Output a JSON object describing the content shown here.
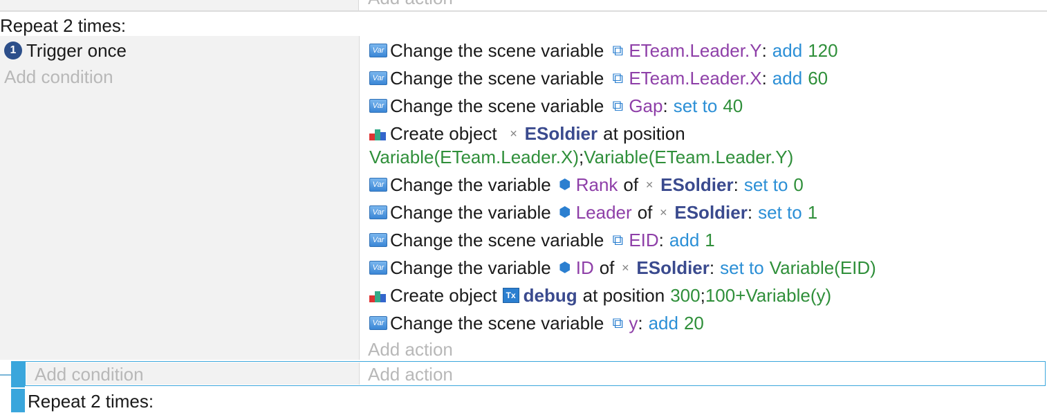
{
  "top": {
    "add_action": "Add action"
  },
  "block": {
    "repeat_label": "Repeat 2 times:",
    "condition": {
      "badge": "1",
      "label": "Trigger once"
    },
    "add_condition": "Add condition",
    "actions": [
      {
        "kind": "scene",
        "prefix": "Change the scene variable",
        "var": "ETeam.Leader.Y",
        "sep": ":",
        "op": "add",
        "val": "120"
      },
      {
        "kind": "scene",
        "prefix": "Change the scene variable",
        "var": "ETeam.Leader.X",
        "sep": ":",
        "op": "add",
        "val": "60"
      },
      {
        "kind": "scene",
        "prefix": "Change the scene variable",
        "var": "Gap",
        "sep": ":",
        "op": "set to",
        "val": "40"
      },
      {
        "kind": "create",
        "prefix": "Create object",
        "obj": "ESoldier",
        "mid": "at position",
        "pos_a": "Variable(ETeam.Leader.X)",
        "pos_sep": ";",
        "pos_b": "Variable(ETeam.Leader.Y)"
      },
      {
        "kind": "object",
        "prefix": "Change the variable",
        "var": "Rank",
        "of": "of",
        "obj": "ESoldier",
        "sep": ":",
        "op": "set to",
        "val": "0"
      },
      {
        "kind": "object",
        "prefix": "Change the variable",
        "var": "Leader",
        "of": "of",
        "obj": "ESoldier",
        "sep": ":",
        "op": "set to",
        "val": "1"
      },
      {
        "kind": "scene",
        "prefix": "Change the scene variable",
        "var": "EID",
        "sep": ":",
        "op": "add",
        "val": "1"
      },
      {
        "kind": "object",
        "prefix": "Change the variable",
        "var": "ID",
        "of": "of",
        "obj": "ESoldier",
        "sep": ":",
        "op": "set to",
        "val": "Variable(EID)"
      },
      {
        "kind": "create2",
        "prefix": "Create object",
        "obj": "debug",
        "mid": "at position",
        "pos_a": "300",
        "pos_sep": ";",
        "pos_b": "100+Variable(y)"
      },
      {
        "kind": "scene",
        "prefix": "Change the scene variable",
        "var": "y",
        "sep": ":",
        "op": "add",
        "val": "20"
      }
    ],
    "add_action": "Add action"
  },
  "empty_event": {
    "add_condition": "Add condition",
    "add_action": "Add action"
  },
  "next_block": {
    "repeat_label": "Repeat 2 times:"
  },
  "icons": {
    "variable": "var-icon",
    "scene": "scene-variable-icon",
    "object": "object-variable-icon",
    "create": "create-object-icon",
    "soldier": "sprite-object-icon",
    "text": "text-object-icon"
  },
  "colors": {
    "variable": "#8e3fa8",
    "operator": "#2b8fd6",
    "value": "#2f8f3a",
    "object": "#3a4a8e",
    "selection": "#3aa6dc"
  }
}
